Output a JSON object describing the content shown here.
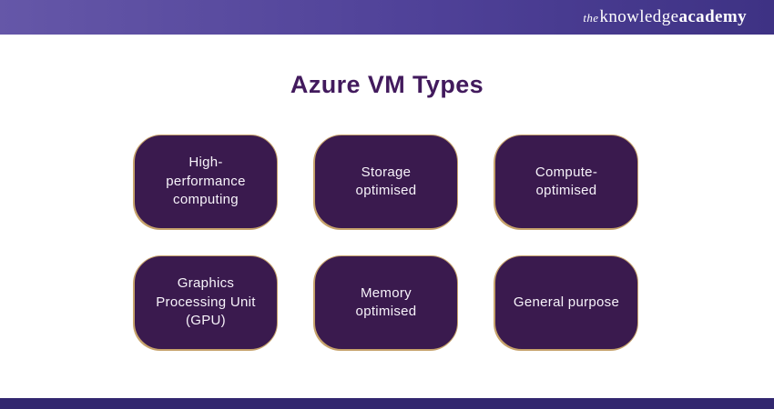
{
  "header": {
    "logo": {
      "the": "the",
      "knowledge": "knowledge",
      "academy": "academy"
    }
  },
  "title": "Azure VM Types",
  "boxes": [
    {
      "label": "High-\nperformance\ncomputing"
    },
    {
      "label": "Storage\noptimised"
    },
    {
      "label": "Compute-\noptimised"
    },
    {
      "label": "Graphics\nProcessing Unit\n(GPU)"
    },
    {
      "label": "Memory\noptimised"
    },
    {
      "label": "General purpose"
    }
  ],
  "colors": {
    "header_grad_start": "#6557a8",
    "header_grad_end": "#3e3284",
    "title_color": "#421a5d",
    "box_fill": "#3a1a4e",
    "box_border": "#c6a26b",
    "box_text": "#f7f3fa",
    "footer_color": "#32276f"
  }
}
